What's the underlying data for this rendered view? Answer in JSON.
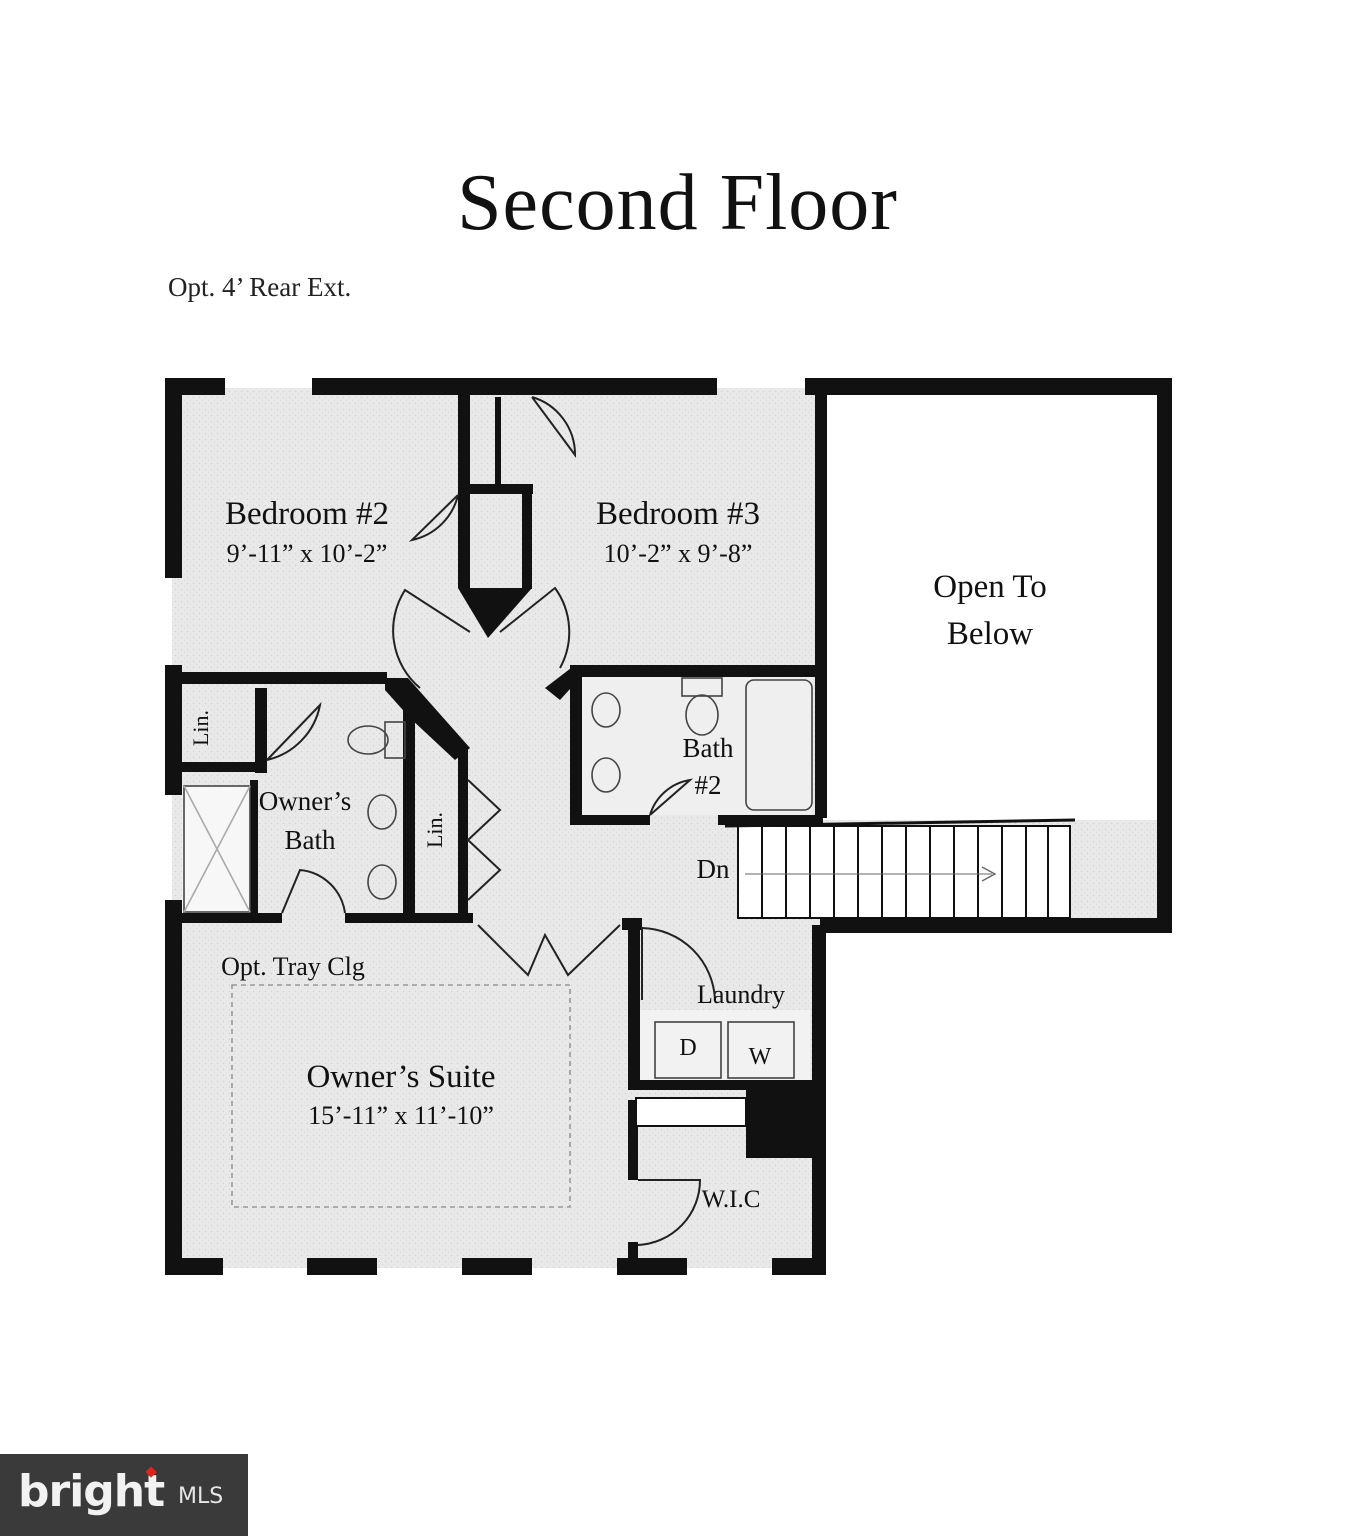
{
  "title": "Second Floor",
  "subtitle": "Opt. 4’ Rear Ext.",
  "rooms": {
    "bedroom2": {
      "name": "Bedroom #2",
      "dims": "9’-11” x 10’-2”"
    },
    "bedroom3": {
      "name": "Bedroom #3",
      "dims": "10’-2” x 9’-8”"
    },
    "open_below": {
      "line1": "Open To",
      "line2": "Below"
    },
    "bath2": {
      "line1": "Bath",
      "line2": "#2"
    },
    "owners_bath": {
      "line1": "Owner’s",
      "line2": "Bath"
    },
    "linen1": "Lin.",
    "linen2": "Lin.",
    "stairs": "Dn",
    "tray": "Opt. Tray Clg",
    "laundry": "Laundry",
    "dryer": "D",
    "washer": "W",
    "owners_suite": {
      "name": "Owner’s Suite",
      "dims": "15’-11” x 11’-10”"
    },
    "wic": "W.I.C"
  },
  "logo": {
    "word": "bright",
    "suffix": "MLS"
  },
  "colors": {
    "wall": "#111111",
    "floor": "#e8e8e8",
    "background": "#ffffff",
    "logo_bg": "#3a3a3a",
    "logo_accent": "#e2231a"
  }
}
